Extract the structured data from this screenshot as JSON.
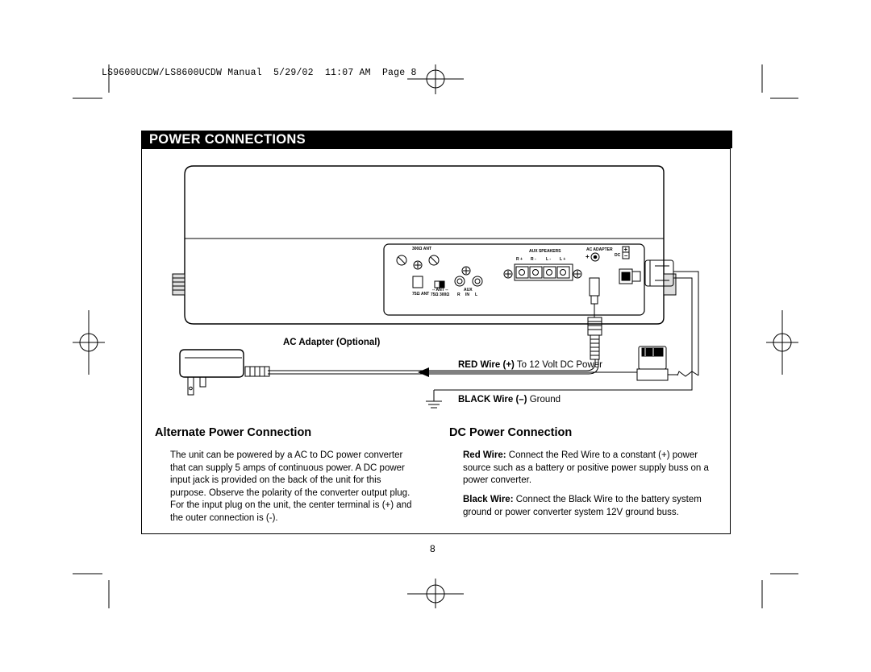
{
  "header": {
    "slug": "LS9600UCDW/LS8600UCDW Manual  5/29/02  11:07 AM  Page 8"
  },
  "section": {
    "title": "POWER CONNECTIONS"
  },
  "diagram": {
    "ac_adapter_label": "AC Adapter (Optional)",
    "red_wire_label": "RED Wire (+)",
    "red_wire_text": "To 12 Volt DC Power",
    "black_wire_label": "BLACK Wire (–)",
    "black_wire_text": "Ground",
    "panel_labels": {
      "ant300": "300Ω ANT",
      "aux_speakers": "AUX SPEAKERS",
      "ac_adapter": "AC ADAPTER",
      "dc": "DC",
      "r_plus": "R +",
      "r_minus": "R -",
      "l_minus": "L -",
      "l_plus": "L +",
      "ant75": "75Ω ANT",
      "ant_switch": "-- ANT --",
      "ant_switch_values": "75Ω  300Ω",
      "aux": "AUX",
      "aux_in": "IN",
      "aux_r": "R",
      "aux_l": "L"
    }
  },
  "alternate": {
    "heading": "Alternate Power Connection",
    "body": "The unit can be powered by a AC to DC power converter that can supply 5 amps of continuous power. A DC power input jack is provided on the back of the unit for this purpose. Observe the polarity of the converter output plug. For the input plug on the unit, the center terminal is (+) and the outer connection is (-)."
  },
  "dc": {
    "heading": "DC Power Connection",
    "red_label": "Red Wire:",
    "red_text": "Connect the Red Wire to a constant (+) power source such as a battery or positive power supply buss on a power converter.",
    "black_label": "Black Wire:",
    "black_text": "Connect the Black Wire to the battery system ground or power converter system 12V ground buss."
  },
  "footer": {
    "page_number": "8"
  }
}
